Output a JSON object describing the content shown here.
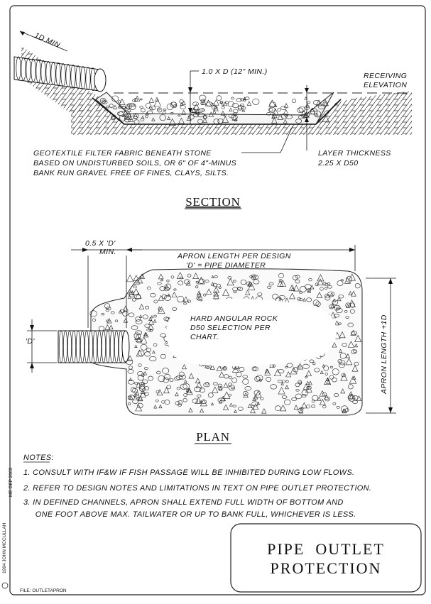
{
  "section": {
    "heading": "SECTION",
    "pipe_cover_label": "1D MIN.",
    "depth_label": "1.0 X D (12\" MIN.)",
    "receiving_line1": "RECEIVING",
    "receiving_line2": "ELEVATION",
    "geotextile_line1": "GEOTEXTILE FILTER FABRIC BENEATH STONE",
    "geotextile_line2": "BASED ON UNDISTURBED SOILS, OR 6\" OF 4\"-MINUS",
    "geotextile_line3": "BANK RUN GRAVEL FREE OF FINES, CLAYS, SILTS.",
    "layer_line1": "LAYER THICKNESS",
    "layer_line2": "2.25 X D50"
  },
  "plan": {
    "heading": "PLAN",
    "offset_line1": "0.5 X 'D'",
    "offset_line2": "MIN.",
    "length_line1": "APRON LENGTH PER DESIGN",
    "length_line2": "'D' = PIPE DIAMETER",
    "diameter_label": "'D'",
    "rock_line1": "HARD ANGULAR ROCK",
    "rock_line2": "D50 SELECTION PER",
    "rock_line3": "CHART.",
    "width_label": "APRON LENGTH +1D"
  },
  "notes": {
    "heading": "NOTES:",
    "items": [
      "1.  CONSULT WITH IF&W IF FISH PASSAGE WILL BE INHIBITED DURING LOW FLOWS.",
      "2.  REFER TO DESIGN NOTES AND LIMITATIONS IN TEXT ON PIPE OUTLET PROTECTION.",
      "3.  IN DEFINED CHANNELS, APRON SHALL EXTEND FULL WIDTH OF BOTTOM AND",
      "     ONE FOOT ABOVE MAX. TAILWATER OR UP TO BANK FULL, WHICHEVER IS LESS."
    ]
  },
  "title_block": {
    "line1": "PIPE  OUTLET",
    "line2": "PROTECTION"
  },
  "footer": {
    "file": "FILE: OUTLETAPRON",
    "copyright": "1994 JOHN MCCULLAH",
    "revision": "ME DEP 2003"
  }
}
